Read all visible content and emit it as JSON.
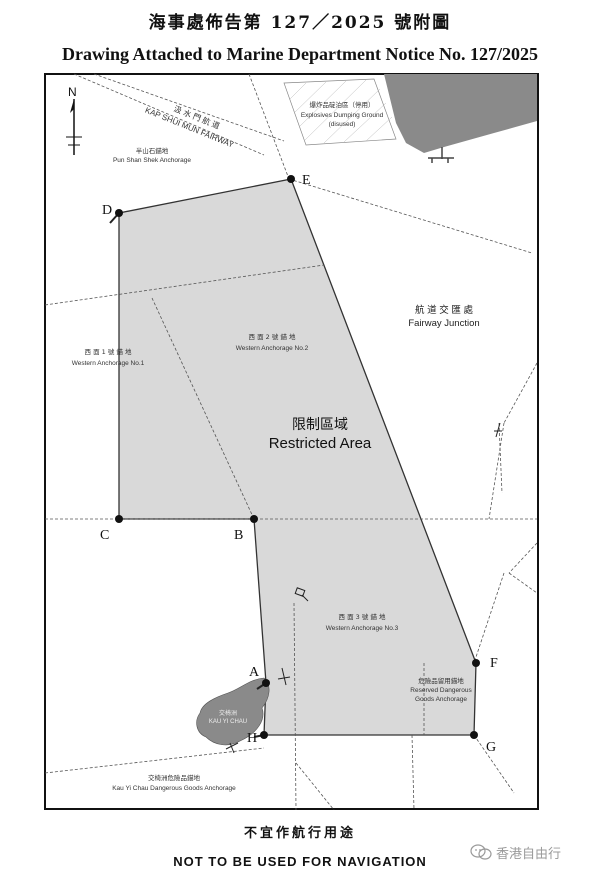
{
  "header": {
    "title_cn": "海事處佈告第 127／2025 號附圖",
    "title_en": "Drawing Attached to Marine Department Notice No. 127/2025"
  },
  "map": {
    "north_label": "N",
    "restricted_area": {
      "label_cn": "限制區域",
      "label_en": "Restricted Area",
      "fill_color": "#d9d9d9"
    },
    "points": [
      {
        "id": "E",
        "label": "E"
      },
      {
        "id": "D",
        "label": "D"
      },
      {
        "id": "C",
        "label": "C"
      },
      {
        "id": "B",
        "label": "B"
      },
      {
        "id": "A",
        "label": "A"
      },
      {
        "id": "H",
        "label": "H"
      },
      {
        "id": "G",
        "label": "G"
      },
      {
        "id": "F",
        "label": "F"
      }
    ],
    "fairway": {
      "label_cn": "汲 水 門 航 道",
      "label_en": "KAP SHUI MUN FAIRWAY"
    },
    "explosives": {
      "label_cn": "爆炸品碇泊區（停用）",
      "label_en": "Explosives Dumping Ground",
      "note": "(disused)"
    },
    "pun_shan_shek": {
      "label_cn": "半山石錨地",
      "label_en": "Pun Shan Shek Anchorage"
    },
    "fairway_junction": {
      "label_cn": "航 道 交 匯 處",
      "label_en": "Fairway Junction"
    },
    "western_1": {
      "label_cn": "西 面 1 號 錨 地",
      "label_en": "Western Anchorage No.1"
    },
    "western_2": {
      "label_cn": "西 面 2 號 錨 地",
      "label_en": "Western Anchorage No.2"
    },
    "western_3": {
      "label_cn": "西 面 3 號 錨 地",
      "label_en": "Western Anchorage No.3"
    },
    "reserved": {
      "label_cn": "危險品留用錨地",
      "label_en_1": "Reserved Dangerous",
      "label_en_2": "Goods Anchorage"
    },
    "kau_yi_chau": {
      "label_cn": "交椅洲",
      "label_en": "KAU YI CHAU"
    },
    "kyc_anchorage": {
      "label_cn": "交椅洲危險品錨地",
      "label_en": "Kau Yi Chau Dangerous Goods Anchorage"
    },
    "colors": {
      "land": "#8a8a8a",
      "line": "#333333"
    }
  },
  "footer": {
    "notice_cn": "不宜作航行用途",
    "notice_en": "NOT TO BE USED FOR NAVIGATION",
    "watermark": "香港自由行"
  }
}
